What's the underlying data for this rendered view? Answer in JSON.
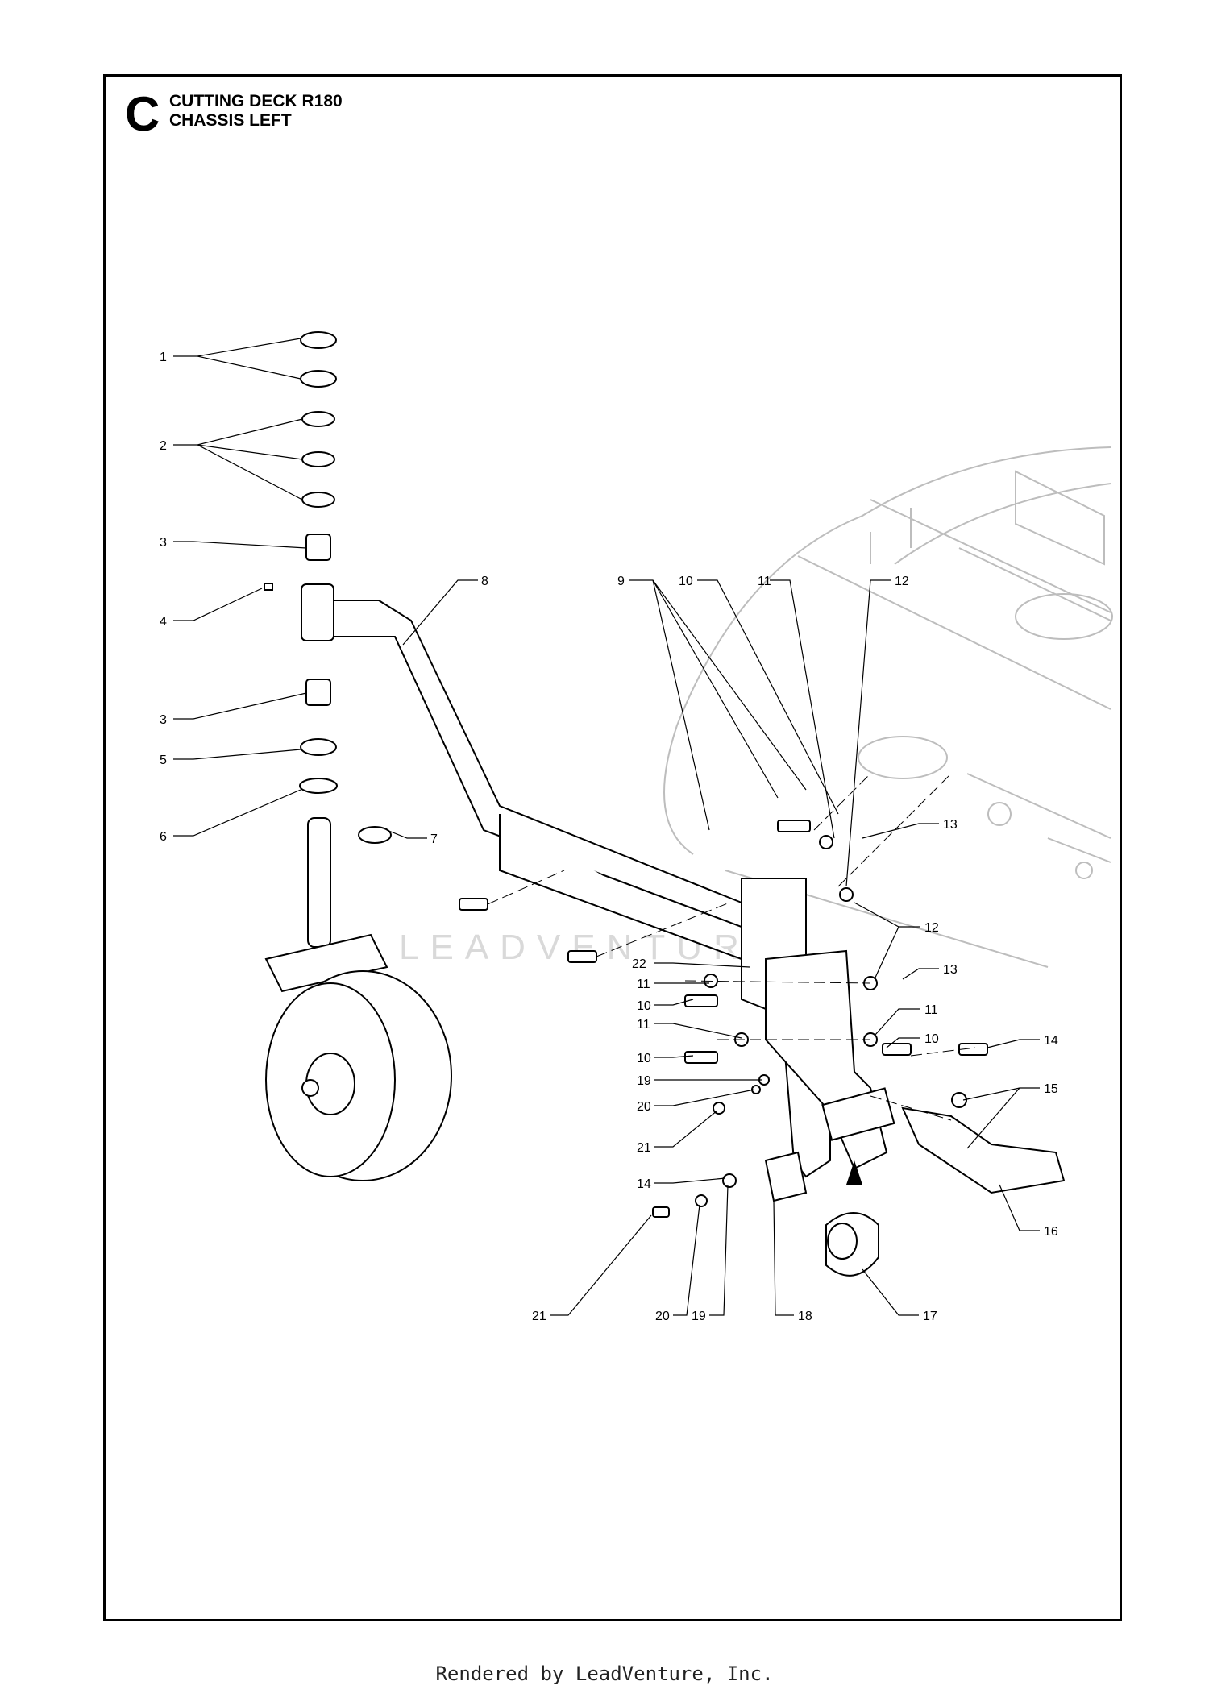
{
  "header": {
    "section_letter": "C",
    "title_line_1": "CUTTING DECK R180",
    "title_line_2": "CHASSIS LEFT"
  },
  "watermark": "LEADVENTURE",
  "footer": {
    "text": "Rendered by LeadVenture, Inc."
  },
  "callouts": [
    {
      "id": "c1",
      "label": "1"
    },
    {
      "id": "c2",
      "label": "2"
    },
    {
      "id": "c3a",
      "label": "3"
    },
    {
      "id": "c4",
      "label": "4"
    },
    {
      "id": "c3b",
      "label": "3"
    },
    {
      "id": "c5",
      "label": "5"
    },
    {
      "id": "c6",
      "label": "6"
    },
    {
      "id": "c7",
      "label": "7"
    },
    {
      "id": "c8",
      "label": "8"
    },
    {
      "id": "c9",
      "label": "9"
    },
    {
      "id": "c10t",
      "label": "10"
    },
    {
      "id": "c11t",
      "label": "11"
    },
    {
      "id": "c12t",
      "label": "12"
    },
    {
      "id": "c13t",
      "label": "13"
    },
    {
      "id": "c12b",
      "label": "12"
    },
    {
      "id": "c13b",
      "label": "13"
    },
    {
      "id": "c22",
      "label": "22"
    },
    {
      "id": "c11a",
      "label": "11"
    },
    {
      "id": "c10a",
      "label": "10"
    },
    {
      "id": "c11b",
      "label": "11"
    },
    {
      "id": "c10b",
      "label": "10"
    },
    {
      "id": "c11r",
      "label": "11"
    },
    {
      "id": "c10r",
      "label": "10"
    },
    {
      "id": "c14r",
      "label": "14"
    },
    {
      "id": "c19a",
      "label": "19"
    },
    {
      "id": "c20a",
      "label": "20"
    },
    {
      "id": "c21a",
      "label": "21"
    },
    {
      "id": "c14l",
      "label": "14"
    },
    {
      "id": "c15",
      "label": "15"
    },
    {
      "id": "c16",
      "label": "16"
    },
    {
      "id": "c21b",
      "label": "21"
    },
    {
      "id": "c20b",
      "label": "20"
    },
    {
      "id": "c19b",
      "label": "19"
    },
    {
      "id": "c18",
      "label": "18"
    },
    {
      "id": "c17",
      "label": "17"
    }
  ]
}
